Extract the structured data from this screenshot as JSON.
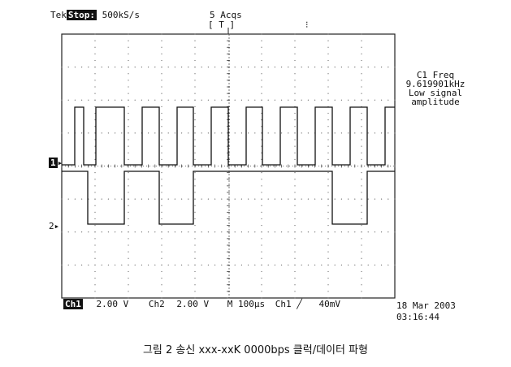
{
  "header": {
    "brand": "Tek",
    "run_state": "Stop:",
    "sample_rate": "500kS/s",
    "acquisitions": "5 Acqs",
    "trigger_marker": "[  T  ]"
  },
  "measurement": {
    "line1": "C1 Freq",
    "line2": "9.619901kHz",
    "line3": "Low signal",
    "line4": "amplitude"
  },
  "channel_markers": {
    "ch1": "1",
    "ch2": "2"
  },
  "footer": {
    "ch1_label": "Ch1",
    "ch1_scale": "2.00 V",
    "ch2_label": "Ch2",
    "ch2_scale": "2.00 V",
    "timebase": "M 100μs",
    "trigger_source": "Ch1",
    "trigger_slope": "╱",
    "trigger_level": "40mV",
    "date": "18 Mar 2003",
    "time": "03:16:44"
  },
  "caption": "그림 2 송신 xxx-xxK 0000bps 클럭/데이터 파형",
  "colors": {
    "trace": "#111111",
    "grid": "#555555",
    "background": "#ffffff"
  }
}
